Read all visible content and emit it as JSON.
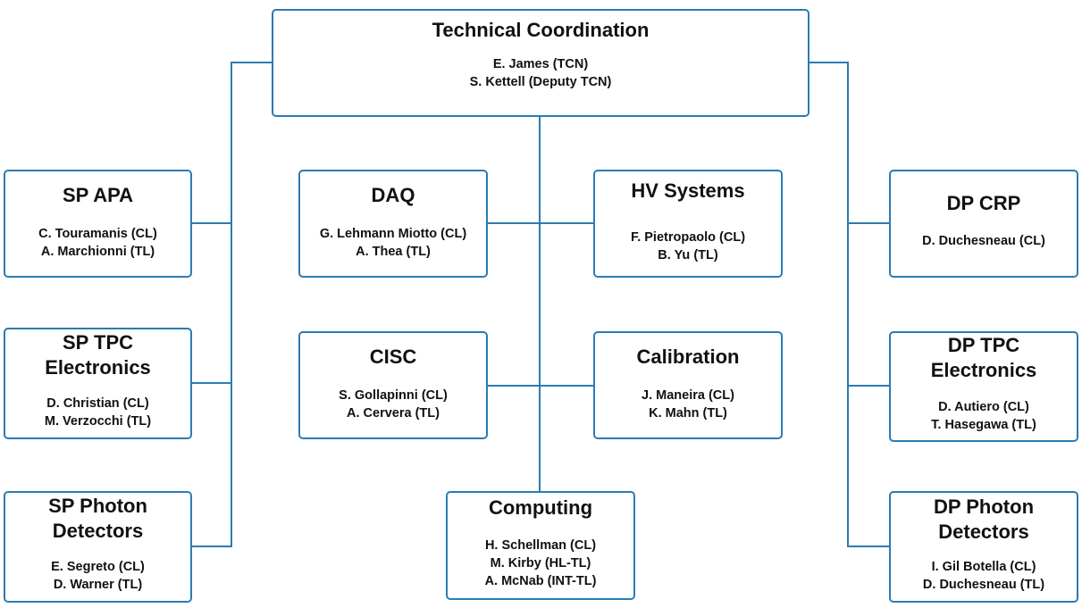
{
  "top": {
    "title": "Technical Coordination",
    "members": [
      "E. James (TCN)",
      "S. Kettell (Deputy TCN)"
    ]
  },
  "left": [
    {
      "title_lines": [
        "SP APA"
      ],
      "members": [
        "C. Touramanis (CL)",
        "A. Marchionni (TL)"
      ]
    },
    {
      "title_lines": [
        "SP TPC",
        "Electronics"
      ],
      "members": [
        "D. Christian (CL)",
        "M. Verzocchi (TL)"
      ]
    },
    {
      "title_lines": [
        "SP Photon",
        "Detectors"
      ],
      "members": [
        "E. Segreto (CL)",
        "D. Warner (TL)"
      ]
    }
  ],
  "center": [
    {
      "title_lines": [
        "DAQ"
      ],
      "members": [
        "G. Lehmann Miotto (CL)",
        "A. Thea (TL)"
      ]
    },
    {
      "title_lines": [
        "HV Systems"
      ],
      "members": [
        "F. Pietropaolo (CL)",
        "B. Yu (TL)"
      ]
    },
    {
      "title_lines": [
        "CISC"
      ],
      "members": [
        "S. Gollapinni (CL)",
        "A. Cervera (TL)"
      ]
    },
    {
      "title_lines": [
        "Calibration"
      ],
      "members": [
        "J. Maneira (CL)",
        "K. Mahn (TL)"
      ]
    },
    {
      "title_lines": [
        "Computing"
      ],
      "members": [
        "H. Schellman (CL)",
        "M. Kirby (HL-TL)",
        "A. McNab (INT-TL)"
      ]
    }
  ],
  "right": [
    {
      "title_lines": [
        "DP CRP"
      ],
      "members": [
        "D. Duchesneau (CL)"
      ]
    },
    {
      "title_lines": [
        "DP TPC",
        "Electronics"
      ],
      "members": [
        "D. Autiero (CL)",
        "T. Hasegawa (TL)"
      ]
    },
    {
      "title_lines": [
        "DP Photon",
        "Detectors"
      ],
      "members": [
        "I. Gil Botella (CL)",
        "D. Duchesneau (TL)"
      ]
    }
  ],
  "colors": {
    "line": "#2b7bb4",
    "text": "#111111"
  }
}
